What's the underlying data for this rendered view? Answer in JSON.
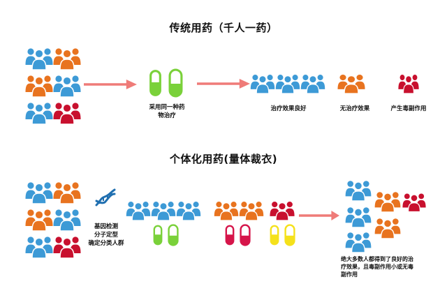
{
  "titles": {
    "traditional": "传统用药（千人一药）",
    "personalized": "个体化用药(量体裁衣)"
  },
  "traditional": {
    "drug_label_line1": "采用同一种药",
    "drug_label_line2": "物治疗",
    "outcome_good": "治疗效果良好",
    "outcome_none": "无治疗效果",
    "outcome_toxic": "产生毒副作用"
  },
  "personalized": {
    "test_label_line1": "基因检测",
    "test_label_line2": "分子定型",
    "test_label_line3": "确定分类人群",
    "result_line1": "绝大多数人都得到了良好的治",
    "result_line2": "疗效果，且毒副作用小或无毒",
    "result_line3": "副作用"
  },
  "colors": {
    "blue": "#3d9ad6",
    "orange": "#e8731f",
    "red": "#c8102e",
    "arrow": "#ef7b78",
    "pill_green": "#7ad13a",
    "pill_red": "#d6154a",
    "pill_yellow": "#f5e11b",
    "dna": "#1f6fb0"
  },
  "icons": {
    "people": "people-group-icon",
    "pill": "capsule-icon",
    "dna": "dna-icon",
    "arrow": "arrow-right-icon"
  }
}
